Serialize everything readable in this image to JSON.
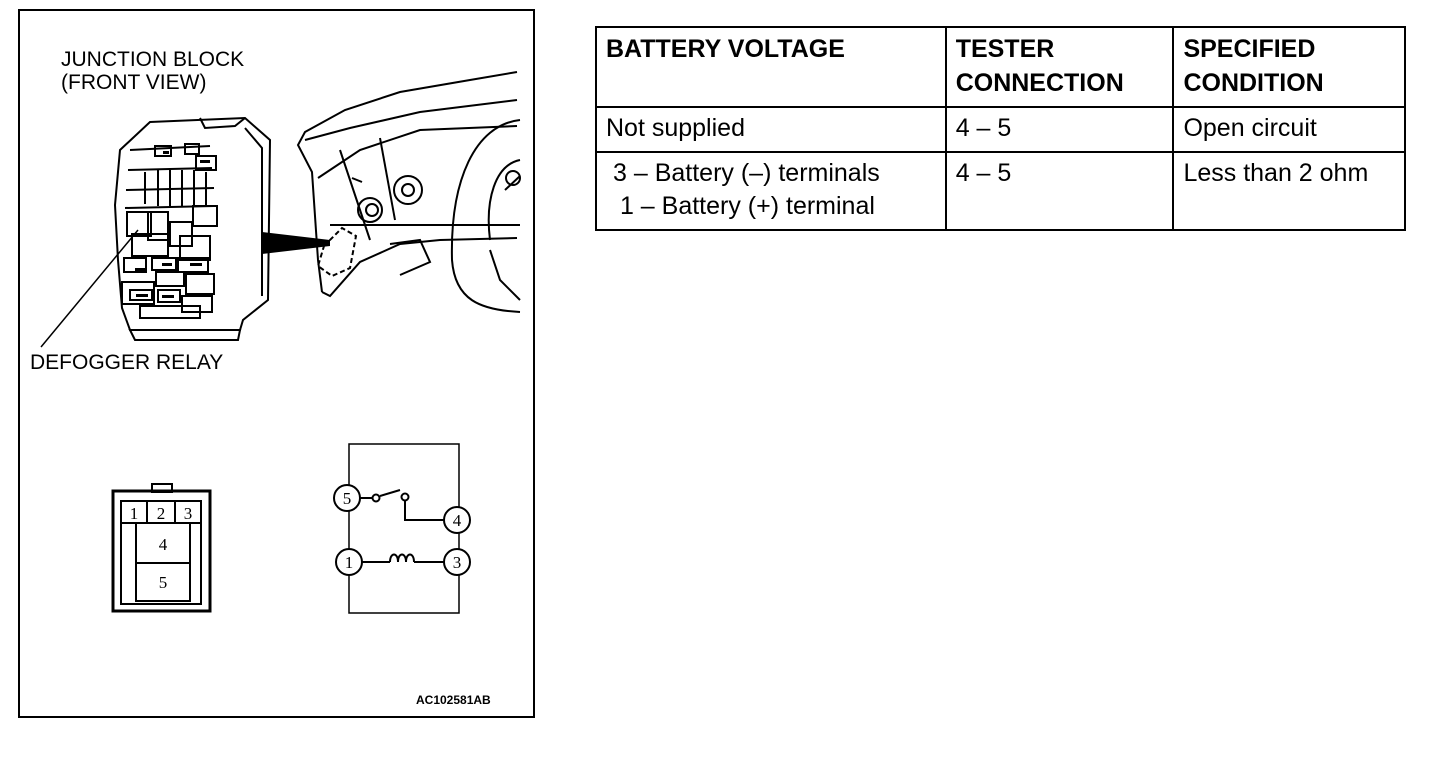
{
  "figure": {
    "title_line1": "JUNCTION BLOCK",
    "title_line2": "(FRONT VIEW)",
    "relay_label": "DEFOGGER RELAY",
    "figure_code": "AC102581AB",
    "connector_pins": [
      "1",
      "2",
      "3",
      "4",
      "5"
    ],
    "circuit_terminals": [
      "5",
      "4",
      "1",
      "3"
    ]
  },
  "table": {
    "headers": [
      [
        "BATTERY VOLTAGE"
      ],
      [
        "TESTER",
        "CONNECTION"
      ],
      [
        "SPECIFIED",
        "CONDITION"
      ]
    ],
    "rows": [
      {
        "voltage": [
          "Not supplied"
        ],
        "connection": "4 – 5",
        "condition": "Open circuit"
      },
      {
        "voltage": [
          "3 – Battery (–) terminals",
          "1 – Battery (+) terminal"
        ],
        "connection": "4 – 5",
        "condition": "Less than 2 ohm"
      }
    ]
  }
}
